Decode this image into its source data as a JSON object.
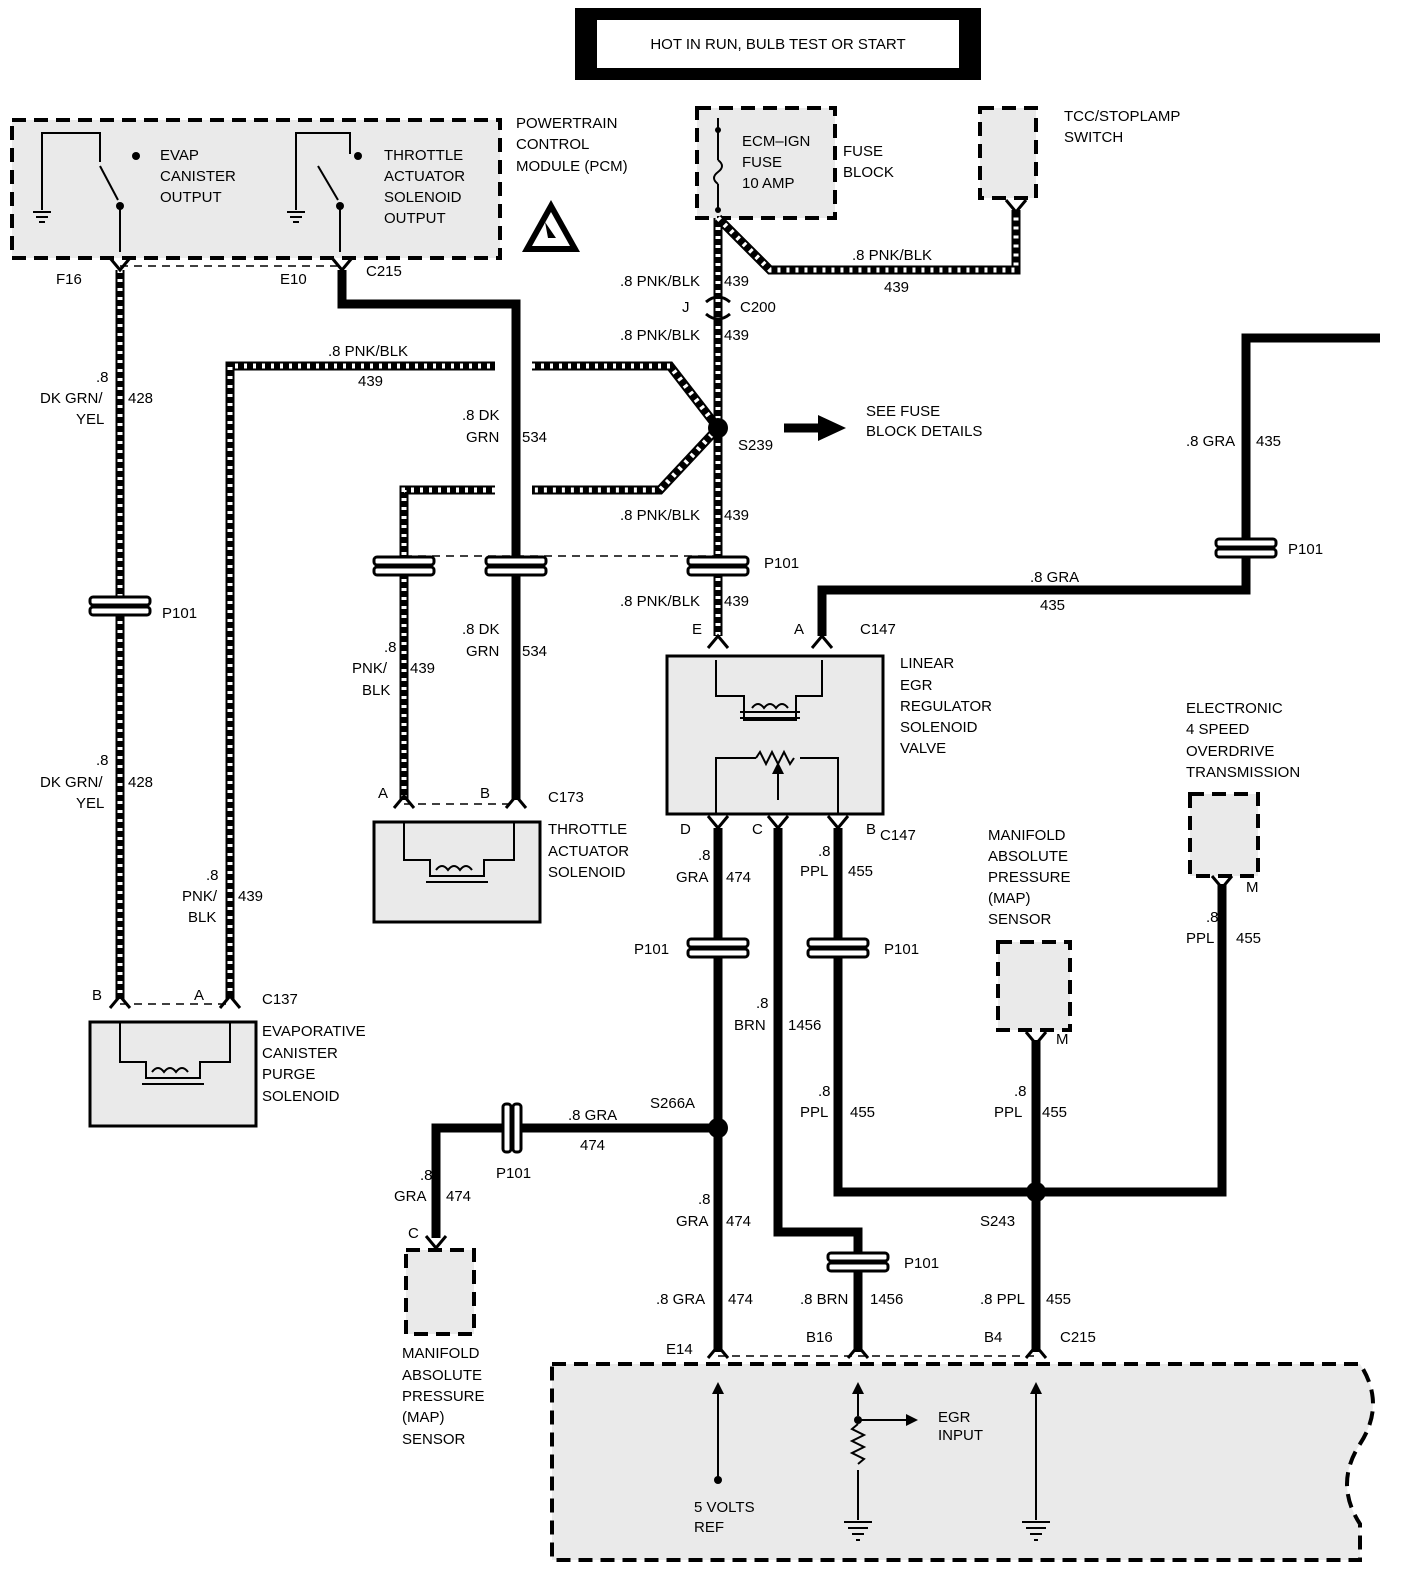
{
  "title": "HOT IN RUN, BULB TEST OR START",
  "components": {
    "pcm": {
      "name": "POWERTRAIN CONTROL MODULE (PCM)",
      "out1": "EVAP CANISTER OUTPUT",
      "out2": "THROTTLE ACTUATOR SOLENOID OUTPUT"
    },
    "fuse": {
      "inner": "ECM–IGN FUSE 10 AMP",
      "name": "FUSE BLOCK"
    },
    "tcc": "TCC/STOPLAMP SWITCH",
    "see_fuse": "SEE FUSE BLOCK DETAILS",
    "egr_valve": "LINEAR EGR REGULATOR SOLENOID VALVE",
    "throttle_sol": "THROTTLE ACTUATOR SOLENOID",
    "evap_sol": "EVAPORATIVE CANISTER PURGE SOLENOID",
    "map1": "MANIFOLD ABSOLUTE PRESSURE (MAP) SENSOR",
    "map2": "MANIFOLD ABSOLUTE PRESSURE (MAP) SENSOR",
    "trans": "ELECTRONIC 4 SPEED OVERDRIVE TRANSMISSION",
    "egr_input": "EGR INPUT",
    "five_volts": "5 VOLTS REF"
  },
  "labels": {
    "F16": "F16",
    "E10": "E10",
    "C215": "C215",
    "C215b": "C215",
    "J": "J",
    "C200": "C200",
    "S239": "S239",
    "P101": "P101",
    "E": "E",
    "A": "A",
    "B": "B",
    "C": "C",
    "D": "D",
    "M": "M",
    "C147": "C147",
    "C147b": "C147",
    "C173": "C173",
    "C137": "C137",
    "S266A": "S266A",
    "S243": "S243",
    "E14": "E14",
    "B16": "B16",
    "B4": "B4",
    "w_pnkblk": ".8 PNK/BLK",
    "w_439": "439",
    "w_8": ".8",
    "w_dkgrnyel1": "DK GRN/",
    "w_yel": "YEL",
    "w_428": "428",
    "w_8dk": ".8 DK",
    "w_grn": "GRN",
    "w_534": "534",
    "w_pnk": "PNK/",
    "w_blk": "BLK",
    "w_8gra": ".8 GRA",
    "w_435": "435",
    "w_gra": "GRA",
    "w_474": "474",
    "w_ppl": "PPL",
    "w_455": "455",
    "w_brn": "BRN",
    "w_1456": "1456",
    "w_8brn": ".8 BRN",
    "w_8ppl": ".8 PPL"
  }
}
